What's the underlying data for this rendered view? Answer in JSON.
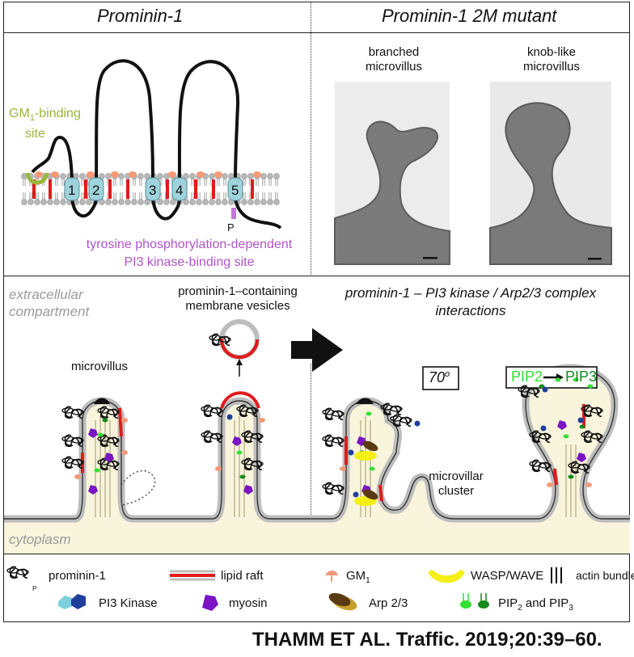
{
  "header": {
    "left_title": "Prominin-1",
    "right_title": "Prominin-1 2M mutant"
  },
  "topology": {
    "gm1_label_line1": "GM",
    "gm1_label_sub": "1",
    "gm1_label_rest": "-binding",
    "gm1_label_line2": "site",
    "tm_numbers": [
      "1",
      "2",
      "3",
      "4",
      "5"
    ],
    "p_label": "P",
    "tyrosine_line1": "tyrosine phosphorylation-dependent",
    "tyrosine_line2": "PI3 kinase-binding site"
  },
  "micrographs": {
    "branched_line1": "branched",
    "branched_line2": "microvillus",
    "knob_line1": "knob-like",
    "knob_line2": "microvillus"
  },
  "lower_panel": {
    "extracellular_line1": "extracellular",
    "extracellular_line2": "compartment",
    "vesicles_line1": "prominin-1–containing",
    "vesicles_line2": "membrane vesicles",
    "right_title_line1": "prominin-1 – PI3 kinase / Arp2/3 complex",
    "right_title_line2": "interactions",
    "microvillus": "microvillus",
    "angle": "70",
    "angle_sup": "o",
    "pip2": "PIP2",
    "pip3": "PIP3",
    "cluster_line1": "microvillar",
    "cluster_line2": "cluster",
    "cytoplasm": "cytoplasm"
  },
  "legend": {
    "prominin": "prominin-1",
    "p_sub": "P",
    "lipid_raft": "lipid raft",
    "gm1": "GM",
    "gm1_sub": "1",
    "wasp": "WASP/WAVE",
    "actin": "actin bundle",
    "pi3k": "PI3 Kinase",
    "myosin": "myosin",
    "arp": "Arp 2/3",
    "pip_a": "PIP",
    "pip_a_sub": "2",
    "pip_mid": " and PIP",
    "pip_b_sub": "3"
  },
  "citation": "THAMM ET AL. Traffic. 2019;20:39–60.",
  "colors": {
    "cytoplasm": "#f9f4dc",
    "membrane_grey": "#bdbdbd",
    "raft_red": "#e01b1b",
    "gm1_orange": "#f59a78",
    "gm1_green": "#9ab63a",
    "pi3k_light": "#7fd0de",
    "pi3k_dark": "#203f9a",
    "myosin": "#7a14c4",
    "wasp": "#f4ef14",
    "arp_dark": "#5a3a10",
    "arp_light": "#c8a02a",
    "pip_light": "#35e035",
    "pip_dark": "#138a1a",
    "tm_fill": "#9fd3dc",
    "phospho_site": "#c27ad6"
  }
}
